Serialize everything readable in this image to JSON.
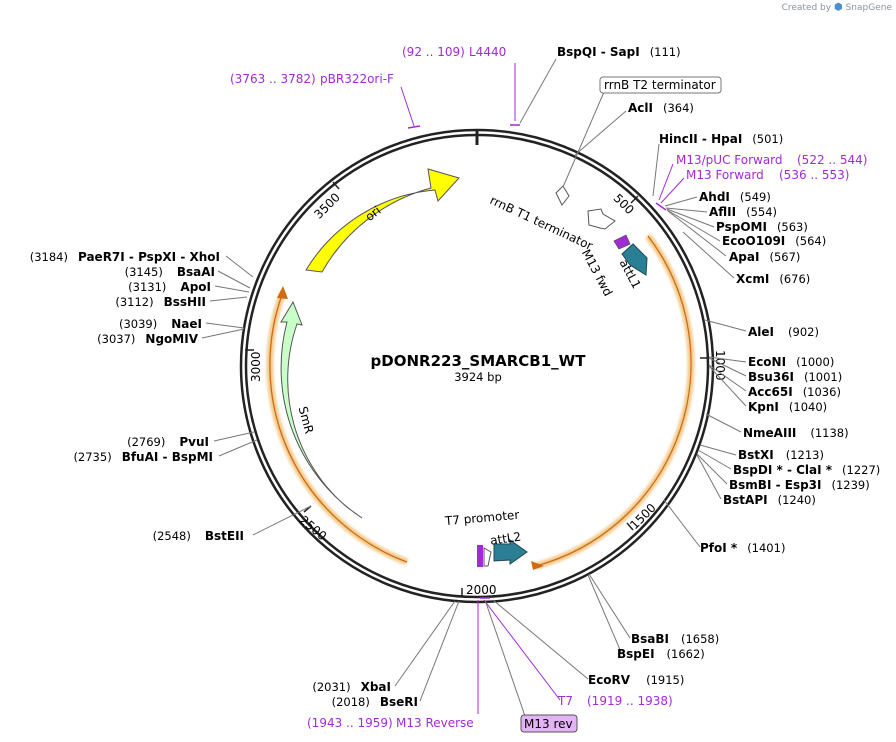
{
  "credit": {
    "prefix": "Created by",
    "brand": "SnapGene"
  },
  "plasmid": {
    "name": "pDONR223_SMARCB1_WT",
    "length": "3924 bp"
  },
  "ring_ticks": [
    "500",
    "1000",
    "1500",
    "2000",
    "2500",
    "3000",
    "3500"
  ],
  "features": {
    "ori": "ori",
    "smr": "SmR",
    "rrnb_t1": "rrnB T1 terminator",
    "m13fwd": "M13 fwd",
    "attl1": "attL1",
    "t7promoter": "T7 promoter",
    "attl2": "attL2"
  },
  "boxed": {
    "rrnb_t2": "rrnB T2 terminator",
    "m13rev": "M13 rev"
  },
  "sites": [
    {
      "name": "BspQI",
      "name2": "SapI",
      "pos": "(111)"
    },
    {
      "name": "AclI",
      "pos": "(364)"
    },
    {
      "name": "HincII",
      "name2": "HpaI",
      "pos": "(501)"
    },
    {
      "name": "AhdI",
      "pos": "(549)"
    },
    {
      "name": "AflII",
      "pos": "(554)"
    },
    {
      "name": "PspOMI",
      "pos": "(563)"
    },
    {
      "name": "EcoO109I",
      "pos": "(564)"
    },
    {
      "name": "ApaI",
      "pos": "(567)"
    },
    {
      "name": "XcmI",
      "pos": "(676)"
    },
    {
      "name": "AleI",
      "pos": "(902)"
    },
    {
      "name": "EcoNI",
      "pos": "(1000)"
    },
    {
      "name": "Bsu36I",
      "pos": "(1001)"
    },
    {
      "name": "Acc65I",
      "pos": "(1036)"
    },
    {
      "name": "KpnI",
      "pos": "(1040)"
    },
    {
      "name": "NmeAIII",
      "pos": "(1138)"
    },
    {
      "name": "BstXI",
      "pos": "(1213)"
    },
    {
      "name": "BspDI *",
      "name2": "ClaI *",
      "pos": "(1227)"
    },
    {
      "name": "BsmBI",
      "name2": "Esp3I",
      "pos": "(1239)"
    },
    {
      "name": "BstAPI",
      "pos": "(1240)"
    },
    {
      "name": "PfoI *",
      "pos": "(1401)"
    },
    {
      "name": "BsaBI",
      "pos": "(1658)"
    },
    {
      "name": "BspEI",
      "pos": "(1662)"
    },
    {
      "name": "EcoRV",
      "pos": "(1915)"
    },
    {
      "name": "XbaI",
      "pos": "(2031)"
    },
    {
      "name": "BseRI",
      "pos": "(2018)"
    },
    {
      "name": "BstEII",
      "pos": "(2548)"
    },
    {
      "name": "PvuI",
      "pos": "(2769)"
    },
    {
      "name": "BfuAI",
      "name2": "BspMI",
      "pos": "(2735)"
    },
    {
      "name": "NgoMIV",
      "pos": "(3037)"
    },
    {
      "name": "NaeI",
      "pos": "(3039)"
    },
    {
      "name": "BssHII",
      "pos": "(3112)"
    },
    {
      "name": "ApoI",
      "pos": "(3131)"
    },
    {
      "name": "BsaAI",
      "pos": "(3145)"
    },
    {
      "name": "PaeR7I",
      "name2": "PspXI",
      "name3": "XhoI",
      "pos": "(3184)"
    }
  ],
  "primers": [
    {
      "name": "L4440",
      "range": "(92 .. 109)"
    },
    {
      "name": "pBR322ori-F",
      "range": "(3763 .. 3782)"
    },
    {
      "name": "M13/pUC Forward",
      "range": "(522 .. 544)"
    },
    {
      "name": "M13 Forward",
      "range": "(536 .. 553)"
    },
    {
      "name": "T7",
      "range": "(1919 .. 1938)"
    },
    {
      "name": "M13 Reverse",
      "range": "(1943 .. 1959)"
    }
  ],
  "colors": {
    "ori": "#ffff00",
    "smr": "#c9ffc9",
    "attl": "#2a7f95",
    "primer": "#a12bd6",
    "orf_highlight": "#f1c37a",
    "m13rev_box": "#e4b3f5"
  }
}
